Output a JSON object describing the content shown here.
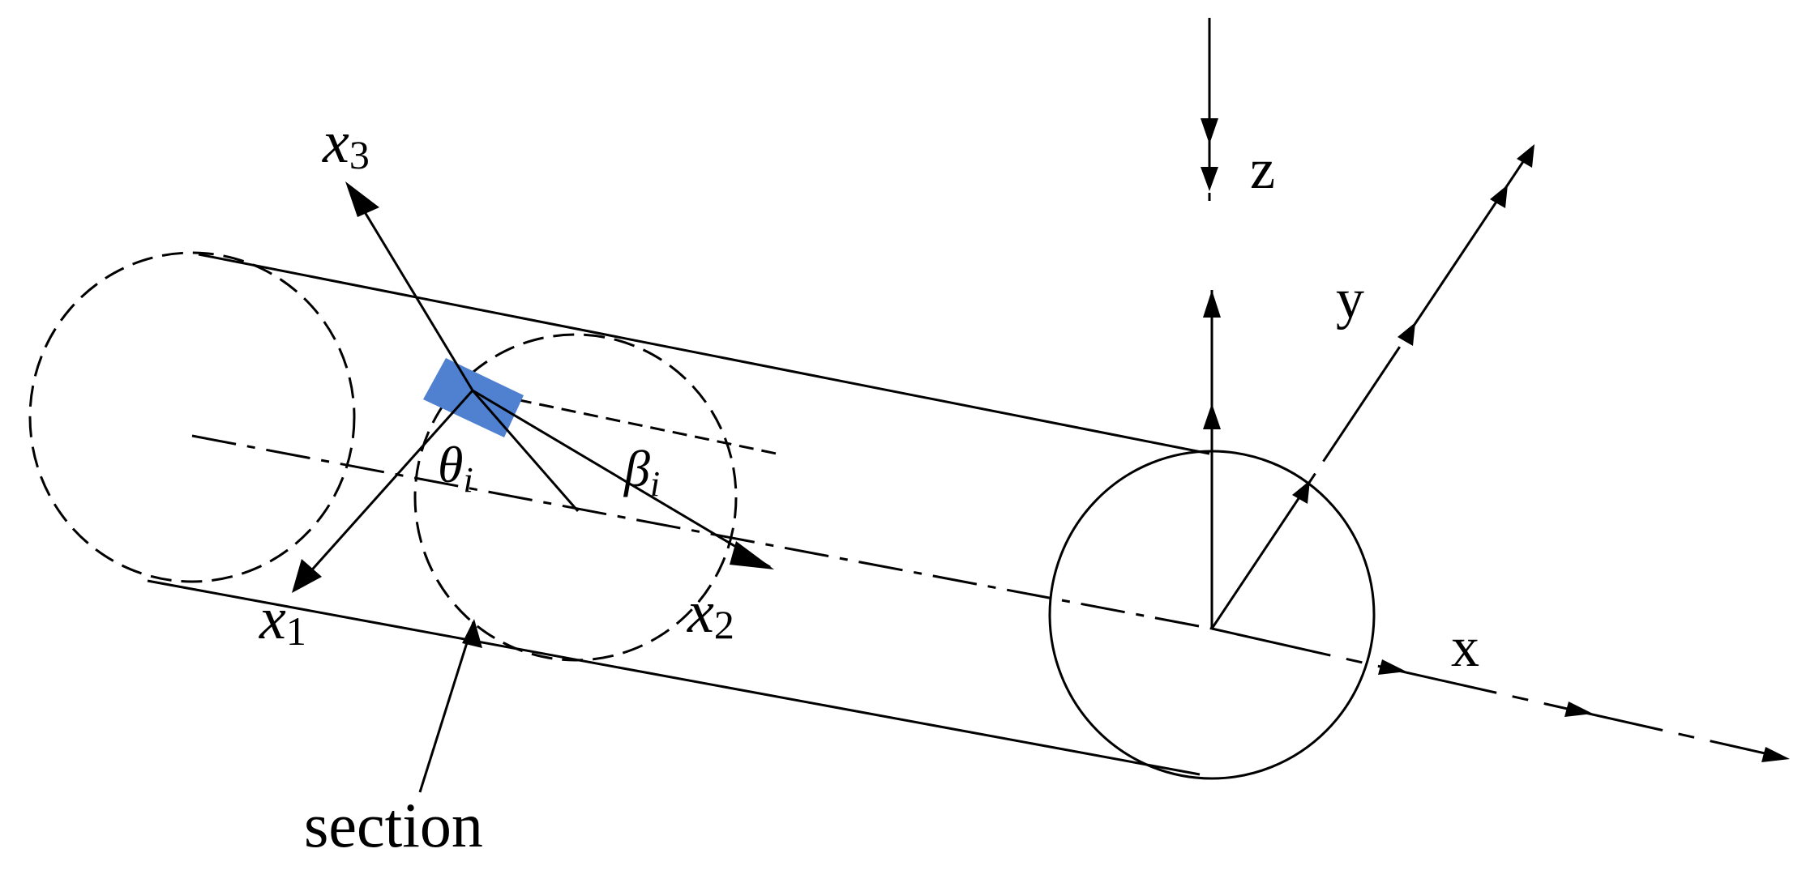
{
  "diagram": {
    "labels": {
      "x1": {
        "base": "x",
        "sub": "1"
      },
      "x2": {
        "base": "x",
        "sub": "2"
      },
      "x3": {
        "base": "x",
        "sub": "3"
      },
      "theta": {
        "base": "θ",
        "sub": "i"
      },
      "beta": {
        "base": "β",
        "sub": "i"
      },
      "z": "z",
      "y": "y",
      "x": "x",
      "section": "section"
    },
    "colors": {
      "line": "#000000",
      "element": "#4f81d0",
      "background": "#ffffff"
    }
  }
}
